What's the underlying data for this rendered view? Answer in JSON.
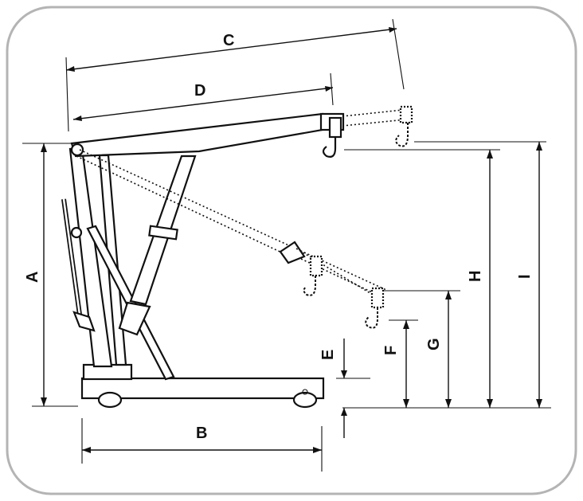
{
  "diagram": {
    "labels": {
      "A": "A",
      "B": "B",
      "C": "C",
      "D": "D",
      "E": "E",
      "F": "F",
      "G": "G",
      "H": "H",
      "I": "I"
    }
  }
}
